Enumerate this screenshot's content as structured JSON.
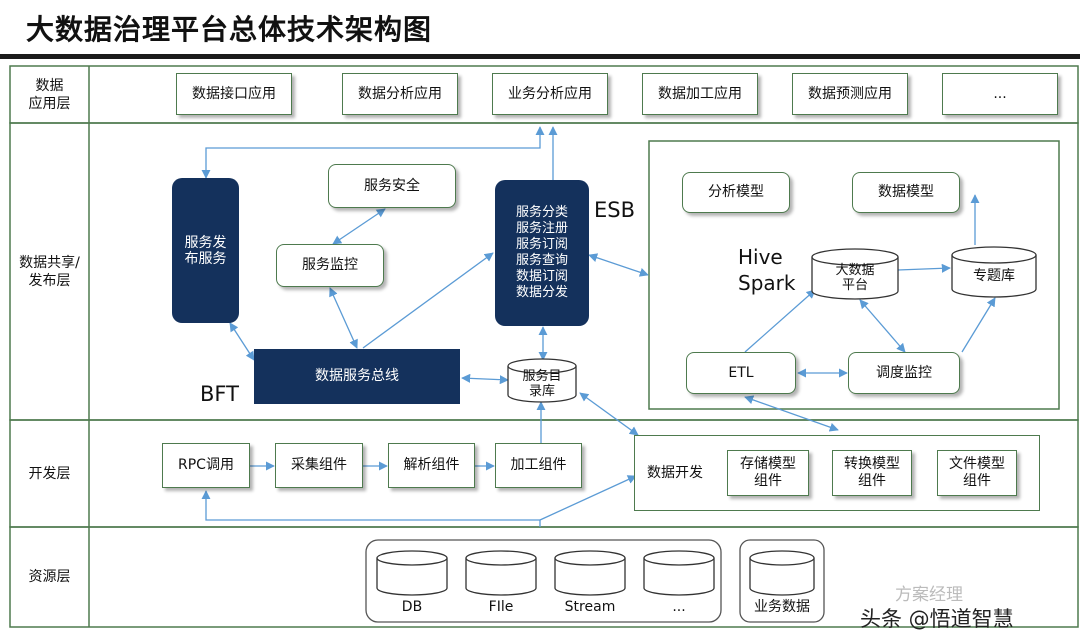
{
  "title": "大数据治理平台总体技术架构图",
  "layers": {
    "app": "数据\n应用层",
    "share": "数据共享/\n发布层",
    "dev": "开发层",
    "resource": "资源层"
  },
  "apps": [
    "数据接口应用",
    "数据分析应用",
    "业务分析应用",
    "数据加工应用",
    "数据预测应用",
    "..."
  ],
  "share": {
    "publish": "服务发\n布服务",
    "security": "服务安全",
    "monitor": "服务监控",
    "esb_services": "服务分类\n服务注册\n服务订阅\n服务查询\n数据订阅\n数据分发",
    "esb_label": "ESB",
    "bus": "数据服务总线",
    "bft_label": "BFT",
    "catalog": "服务目\n录库",
    "analysis_model": "分析模型",
    "data_model": "数据模型",
    "hive_spark": "Hive\nSpark",
    "bigdata": "大数据\n平台",
    "topic": "专题库",
    "etl": "ETL",
    "schedule": "调度监控"
  },
  "dev": {
    "rpc": "RPC调用",
    "collect": "采集组件",
    "parse": "解析组件",
    "process": "加工组件",
    "data_dev": "数据开发",
    "storage": "存储模型\n组件",
    "convert": "转换模型\n组件",
    "file": "文件模型\n组件"
  },
  "resource": {
    "sources": [
      "DB",
      "FIle",
      "Stream",
      "..."
    ],
    "business": "业务数据"
  },
  "watermark": {
    "brand": "方案经理",
    "signature": "头条 @悟道智慧"
  },
  "colors": {
    "border": "#4e7a4e",
    "dark_fill": "#14315c",
    "arrow": "#5b9bd5"
  }
}
